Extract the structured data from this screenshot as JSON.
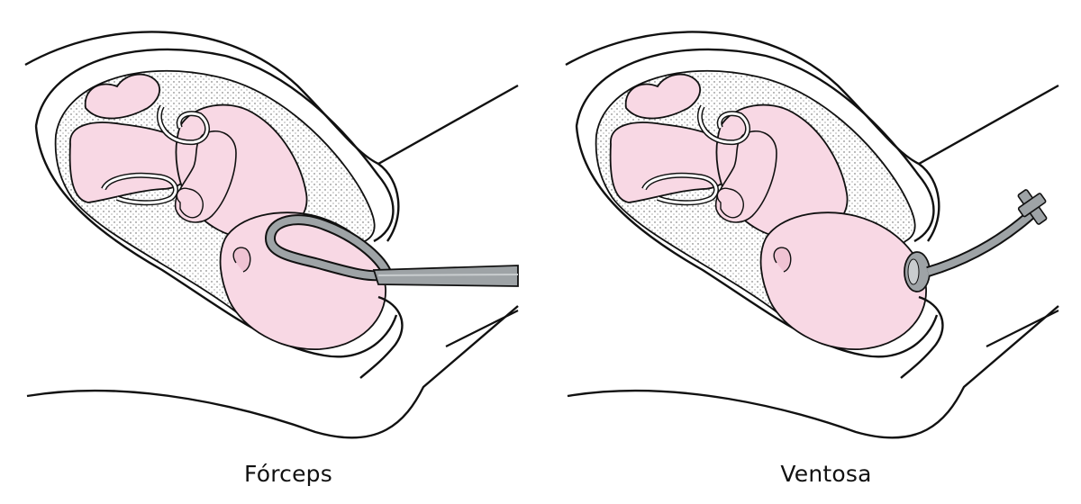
{
  "colors": {
    "skin": "#f8d8e4",
    "skin_shade": "#efc3d3",
    "outline": "#111111",
    "instrument": "#9ea3a6",
    "instrument_light": "#c9cdcf",
    "background": "#ffffff"
  },
  "panels": [
    {
      "caption": "Fórceps",
      "instrument": "forceps"
    },
    {
      "caption": "Ventosa",
      "instrument": "vacuum-extractor"
    }
  ]
}
